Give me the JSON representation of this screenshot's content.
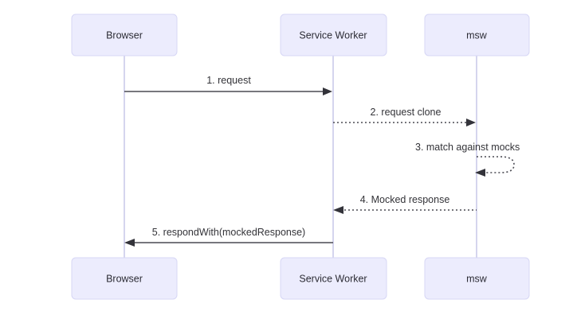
{
  "diagram": {
    "type": "sequence-diagram",
    "background_color": "#ffffff",
    "actor_fill": "#ececfd",
    "actor_stroke": "#d7d7f5",
    "lifeline_color": "#d5d5ee",
    "line_color": "#4a4a52",
    "text_color": "#333338",
    "actors": [
      {
        "id": "browser",
        "label": "Browser"
      },
      {
        "id": "service-worker",
        "label": "Service Worker"
      },
      {
        "id": "msw",
        "label": "msw"
      }
    ],
    "actors_bottom": [
      {
        "id": "browser",
        "label": "Browser"
      },
      {
        "id": "service-worker",
        "label": "Service Worker"
      },
      {
        "id": "msw",
        "label": "msw"
      }
    ],
    "messages": [
      {
        "number": "1",
        "label": "1. request",
        "from": "browser",
        "to": "service-worker",
        "line": "solid",
        "direction": "right"
      },
      {
        "number": "2",
        "label": "2. request clone",
        "from": "service-worker",
        "to": "msw",
        "line": "dotted",
        "direction": "right"
      },
      {
        "number": "3",
        "label": "3. match against mocks",
        "from": "msw",
        "to": "msw",
        "line": "dotted",
        "direction": "self"
      },
      {
        "number": "4",
        "label": "4. Mocked response",
        "from": "msw",
        "to": "service-worker",
        "line": "dotted",
        "direction": "left"
      },
      {
        "number": "5",
        "label": "5. respondWith(mockedResponse)",
        "from": "service-worker",
        "to": "browser",
        "line": "solid",
        "direction": "left"
      }
    ]
  }
}
